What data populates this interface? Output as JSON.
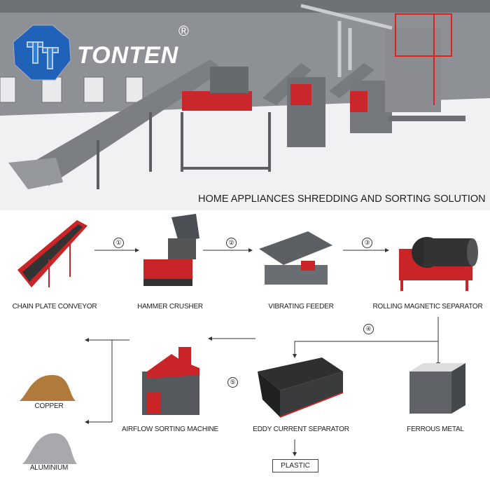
{
  "brand": {
    "name": "TONTEN",
    "registered": "®",
    "logo_letters": "TT"
  },
  "title": "HOME APPLIANCES SHREDDING AND SORTING SOLUTION",
  "steps": [
    {
      "label": "CHAIN PLATE CONVEYOR"
    },
    {
      "label": "HAMMER CRUSHER"
    },
    {
      "label": "VIBRATING FEEDER"
    },
    {
      "label": "ROLLING MAGNETIC SEPARATOR"
    },
    {
      "label": "EDDY CURRENT SEPARATOR"
    },
    {
      "label": "AIRFLOW SORTING MACHINE"
    }
  ],
  "outputs": {
    "ferrous": "FERROUS METAL",
    "plastic": "PLASTIC",
    "copper": "COPPER",
    "aluminium": "ALUMINIUM"
  },
  "arrows": [
    "①",
    "②",
    "③",
    "④",
    "⑤"
  ],
  "colors": {
    "machine_red": "#d7262b",
    "machine_gray": "#5a5d61",
    "logo_blue": "#1f62b8"
  }
}
